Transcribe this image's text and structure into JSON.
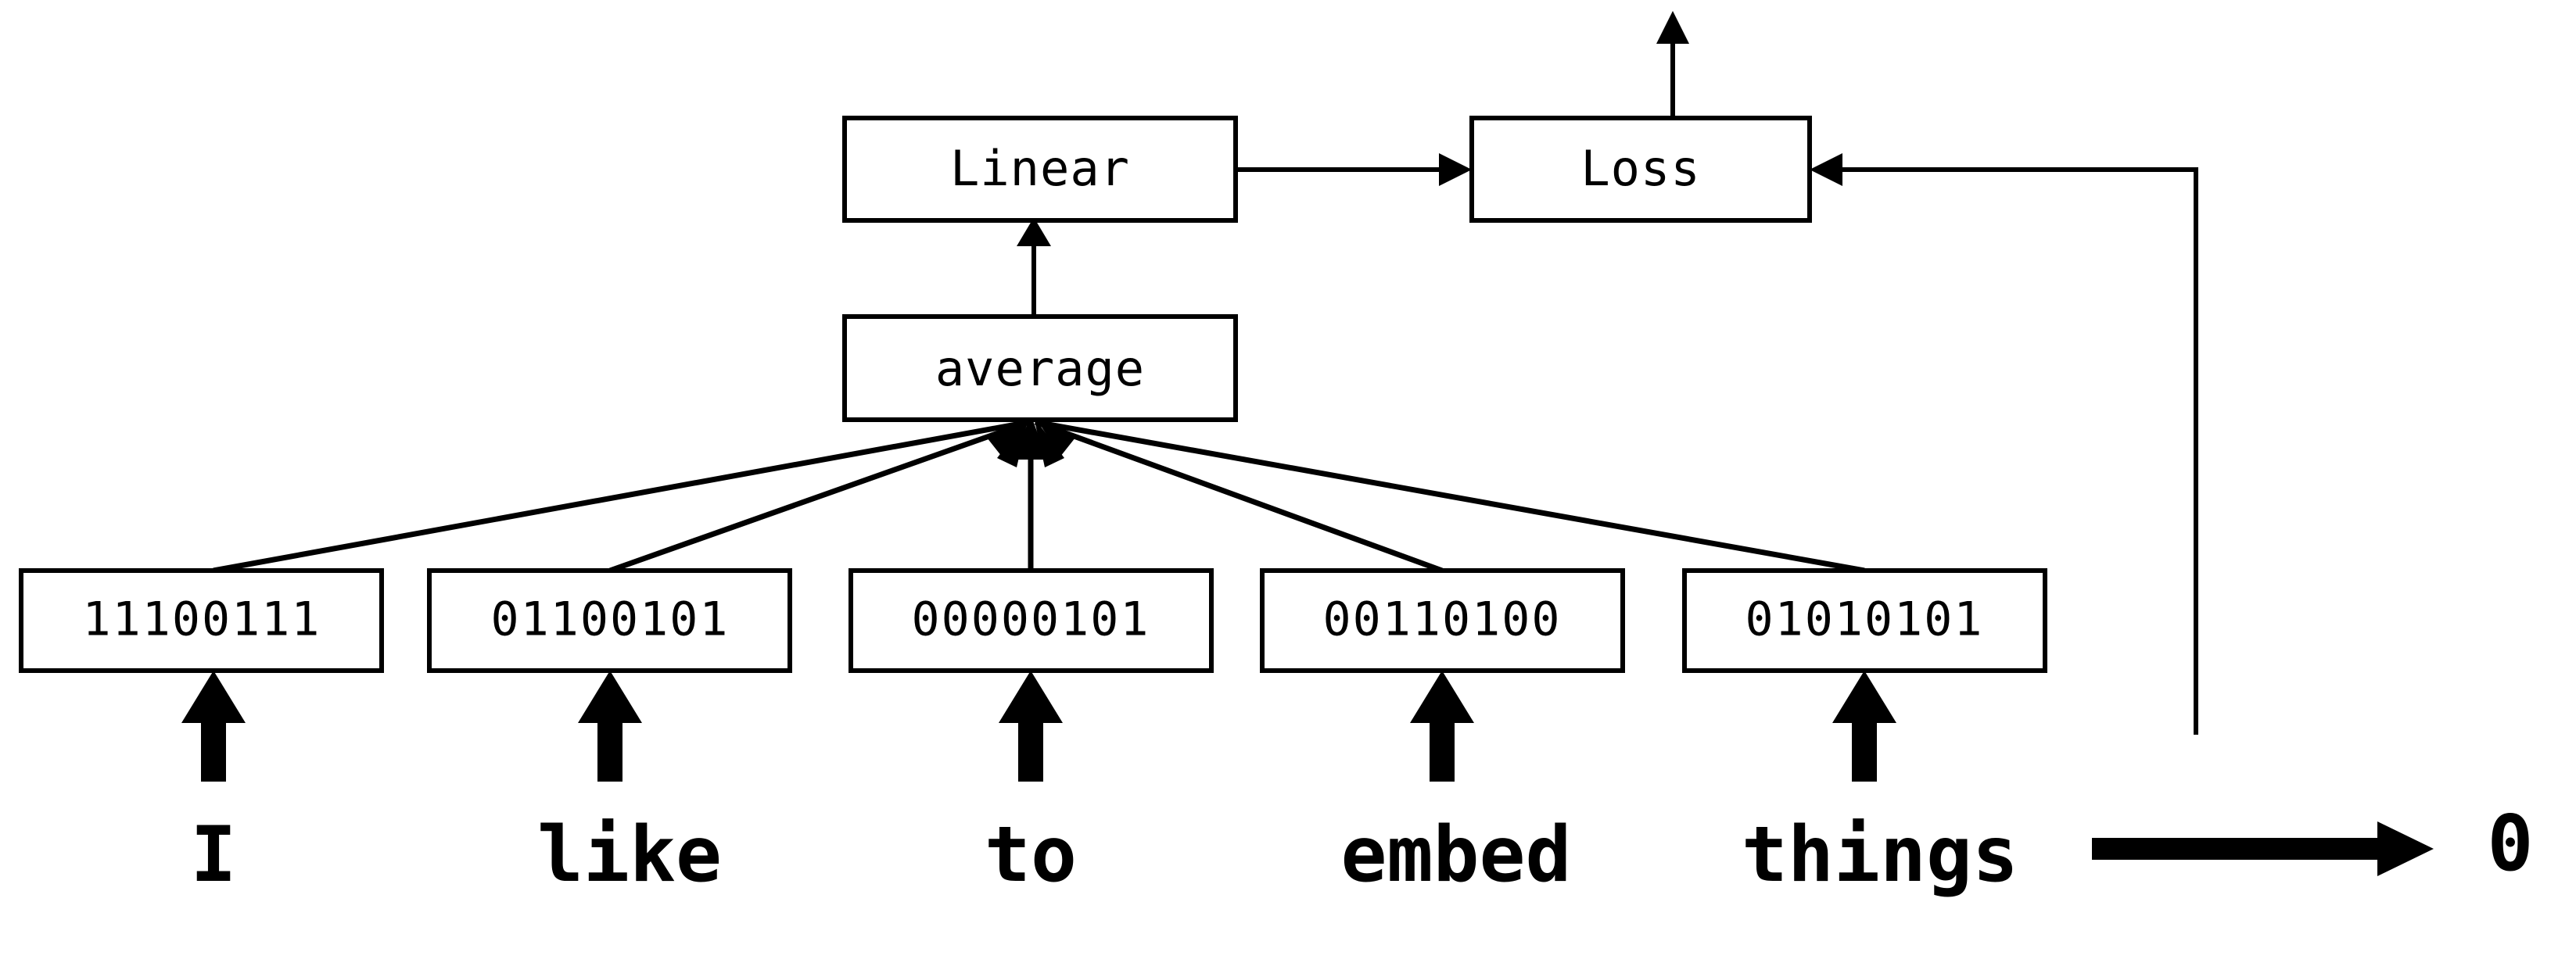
{
  "diagram": {
    "title": "CBOW word embedding averaging diagram",
    "background_color": "#ffffff",
    "stroke_color": "#000000",
    "nodes": {
      "linear": {
        "label": "Linear"
      },
      "loss": {
        "label": "Loss"
      },
      "average": {
        "label": "average"
      }
    },
    "embeddings": [
      {
        "bits": "11100111",
        "word": "I"
      },
      {
        "bits": "01100101",
        "word": "like"
      },
      {
        "bits": "00000101",
        "word": "to"
      },
      {
        "bits": "00110100",
        "word": "embed"
      },
      {
        "bits": "01010101",
        "word": "things"
      }
    ],
    "target": {
      "label": "0"
    },
    "edges": [
      {
        "name": "average-to-linear",
        "from": "average",
        "to": "linear"
      },
      {
        "name": "linear-to-loss",
        "from": "linear",
        "to": "loss"
      },
      {
        "name": "loss-output",
        "from": "loss",
        "to": "output"
      },
      {
        "name": "target-to-loss",
        "from": "target",
        "to": "loss"
      },
      {
        "name": "things-to-target",
        "from": "things",
        "to": "target"
      }
    ]
  }
}
